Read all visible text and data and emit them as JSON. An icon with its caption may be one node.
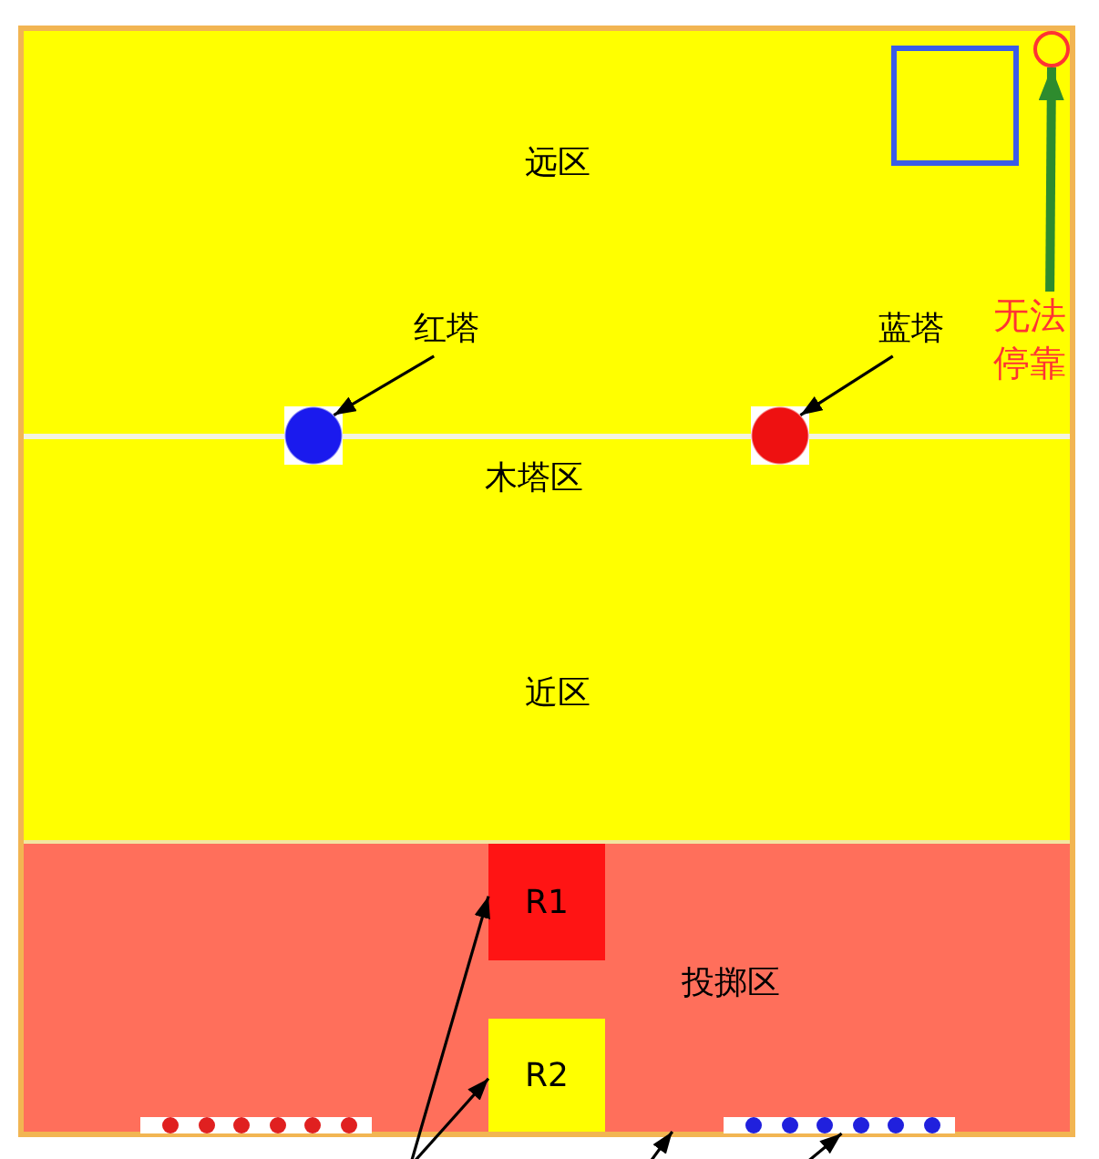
{
  "diagram": {
    "nodes": [
      {
        "text": [
          "远区"
        ]
      },
      {
        "text": [
          "近区"
        ]
      },
      {
        "text": [
          "投掷区"
        ]
      },
      {
        "text": [
          "红塔"
        ],
        "in": 0
      },
      {
        "text": [],
        "shape": "circle"
      },
      {
        "text": [
          "蓝塔"
        ],
        "in": 0
      },
      {
        "text": [],
        "shape": "circle"
      },
      {
        "text": [
          "无法停靠"
        ],
        "in": 0
      },
      {
        "text": [],
        "shape": "circle",
        "in": 0
      },
      {
        "text": [
          "R1"
        ],
        "in": 2
      },
      {
        "text": [
          "R2"
        ],
        "in": 2
      },
      {
        "text": [],
        "shape": "box",
        "in": 2
      },
      {
        "text": [],
        "shape": "box",
        "in": 2
      },
      {
        "text": [],
        "shape": "box",
        "in": 0
      }
    ],
    "edges": [
      {
        "from": 3,
        "to": 4,
        "arrow": "to"
      },
      {
        "from": 5,
        "to": 6,
        "arrow": "to"
      },
      {
        "from": 7,
        "to": 8,
        "arrow": "to",
        "style": "thick",
        "color": "#2e8b2e"
      },
      {
        "from": null,
        "to": 9,
        "arrow": "to"
      },
      {
        "from": null,
        "to": 10,
        "arrow": "to"
      },
      {
        "from": null,
        "to": 2,
        "arrow": "to"
      },
      {
        "from": null,
        "to": 12,
        "arrow": "to"
      }
    ],
    "labels": [
      "木塔区"
    ]
  }
}
